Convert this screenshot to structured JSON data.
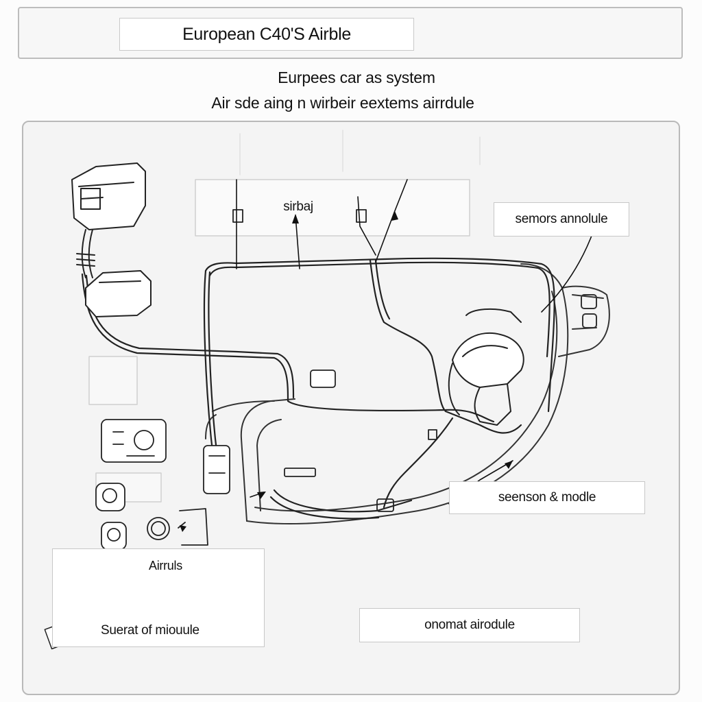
{
  "header": {
    "title": "European C40'S Airble"
  },
  "subtitle": {
    "line1": "Eurpees car as system",
    "line2": "Air sde aing n wirbeir eextems airrdule"
  },
  "labels": {
    "airbag": "sirbaj",
    "sensors_module_top": "semors annolule",
    "sensor_module_right": "seenson & modle",
    "airbags_left": "Airruls",
    "seat_module": "Suerat of miouule",
    "control_module": "onomat airodule"
  },
  "colors": {
    "line": "#1a1a1a",
    "panel_bg": "#f4f4f4",
    "box_border": "#c7c7c7"
  }
}
